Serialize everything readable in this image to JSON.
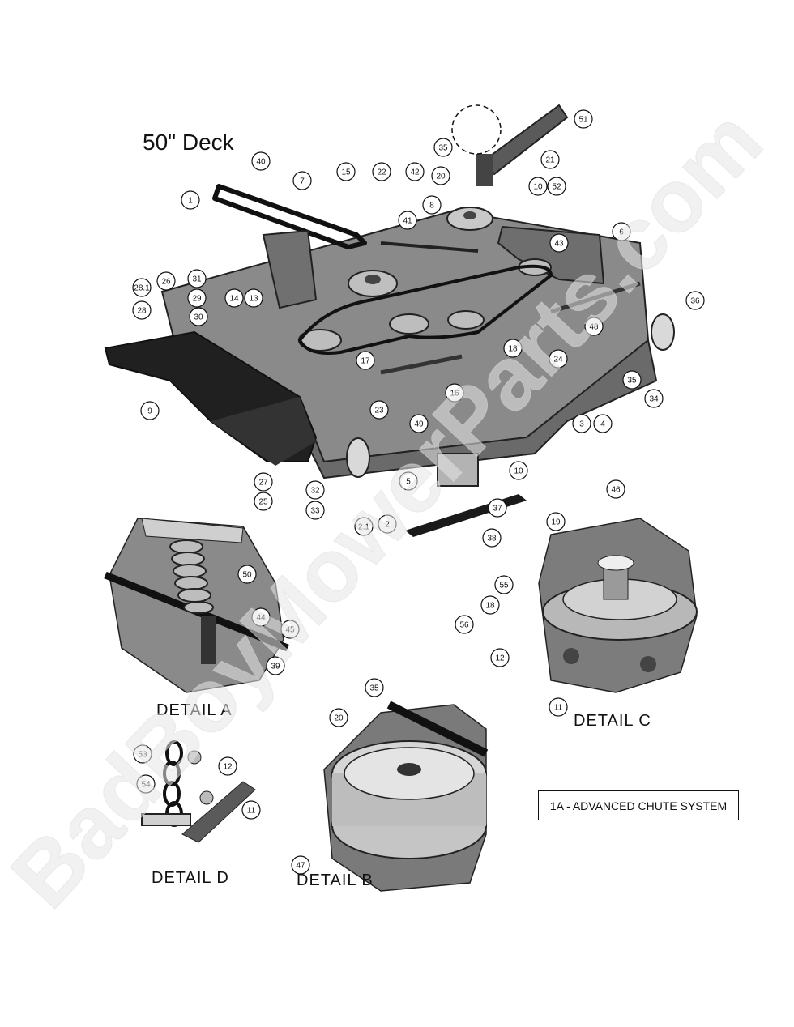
{
  "title": "50\" Deck",
  "details": {
    "a": "DETAIL  A",
    "b": "DETAIL  B",
    "c": "DETAIL  C",
    "d": "DETAIL  D"
  },
  "chute_system_label": "1A - ADVANCED CHUTE SYSTEM",
  "watermark_text": "BadBoyMowerParts.com",
  "callouts": [
    "1",
    "2",
    "2.1",
    "3",
    "4",
    "5",
    "6",
    "7",
    "8",
    "9",
    "10",
    "11",
    "12",
    "13",
    "14",
    "15",
    "16",
    "17",
    "18",
    "19",
    "20",
    "21",
    "22",
    "23",
    "24",
    "25",
    "26",
    "27",
    "28",
    "28.1",
    "29",
    "30",
    "31",
    "32",
    "33",
    "34",
    "35",
    "36",
    "37",
    "38",
    "39",
    "40",
    "41",
    "42",
    "43",
    "44",
    "45",
    "46",
    "47",
    "48",
    "49",
    "50",
    "51",
    "52",
    "53",
    "54",
    "55",
    "56"
  ],
  "colors": {
    "deck": "#7d7d7d",
    "deck_top": "#9a9a9a",
    "dark": "#1a1a1a",
    "background": "#ffffff"
  }
}
